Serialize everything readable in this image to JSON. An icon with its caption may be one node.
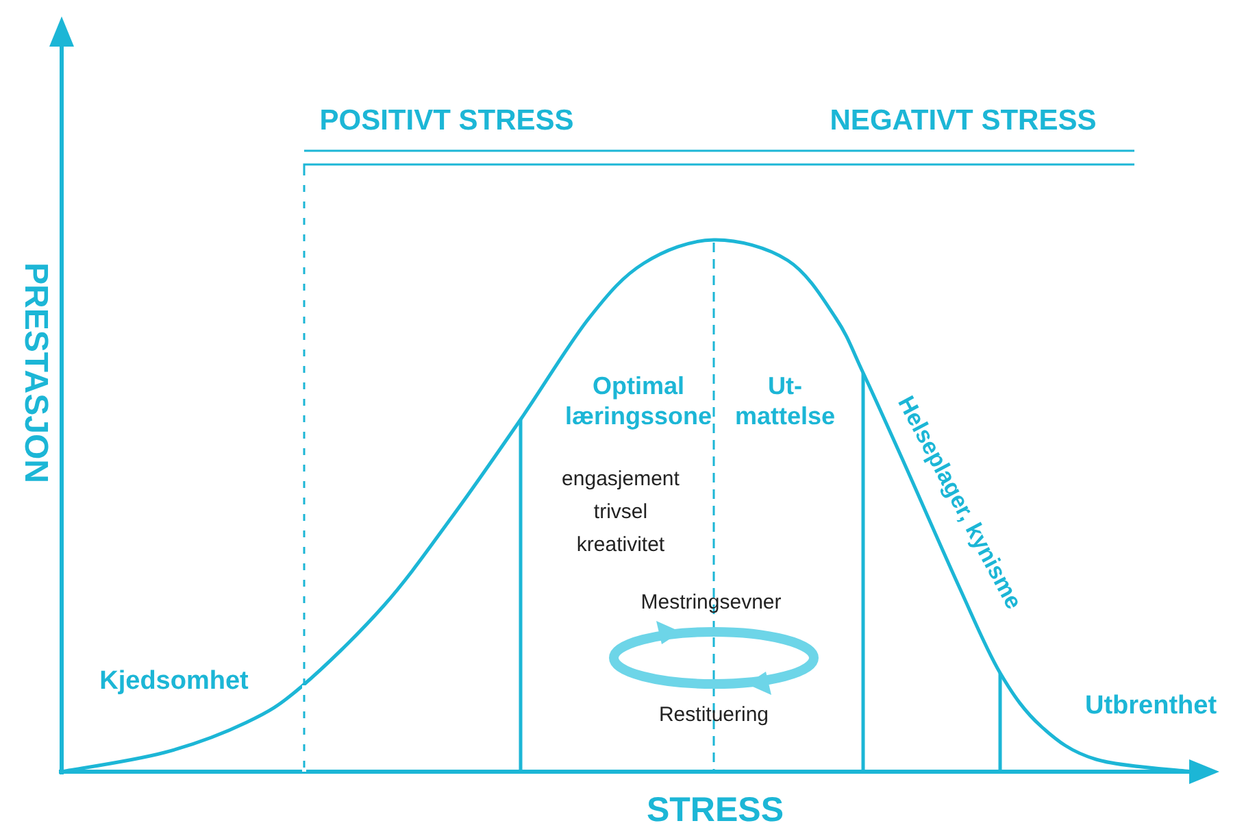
{
  "diagram": {
    "labels": [
      "POSITIVT STRESS",
      "NEGATIVT STRESS",
      "PRESTASJON",
      "Optimal læringssone",
      "Ut- mattelse",
      "Helseplager, kynisme",
      "engasjement",
      "trivsel",
      "kreativitet",
      "Mestringsevner",
      "Kjedsomhet",
      "Utbrenthet",
      "Restituering",
      "STRESS"
    ]
  }
}
